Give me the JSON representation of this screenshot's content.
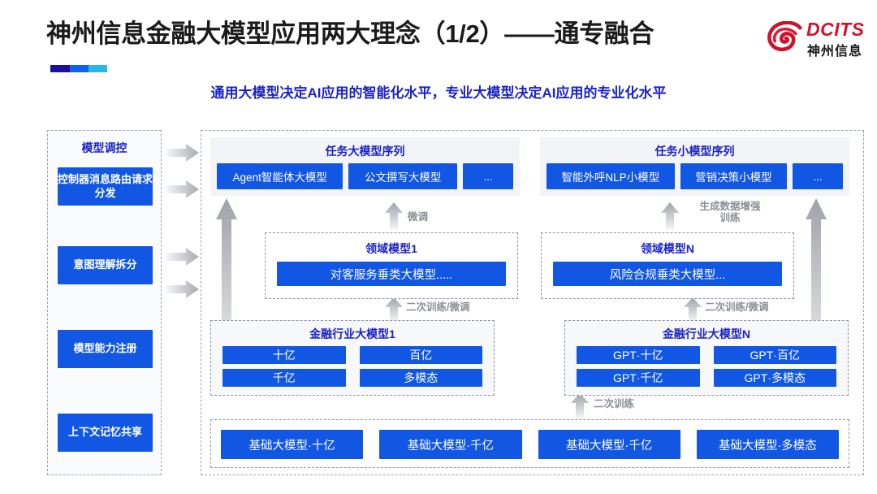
{
  "header": {
    "title": "神州信息金融大模型应用两大理念（1/2）——通专融合",
    "subtitle": "通用大模型决定AI应用的智能化水平，专业大模型决定AI应用的专业化水平",
    "logo": {
      "en": "DCITS",
      "cn": "神州信息",
      "mark": "dcits-swirl-logo"
    },
    "accent_colors": [
      "#1a0f9e",
      "#0b63f6",
      "#2bb6ef"
    ]
  },
  "colors": {
    "chip_blue": "#1257e3",
    "title_blue": "#1b23c8",
    "arrow_grey": "#b9bcc1",
    "dash_border": "#9aa4b5"
  },
  "sidebar": {
    "title": "模型调控",
    "items": [
      {
        "label": "控制器消息路由请求分发"
      },
      {
        "label": "意图理解拆分"
      },
      {
        "label": "模型能力注册"
      },
      {
        "label": "上下文记忆共享"
      }
    ],
    "arrows": [
      "right-arrow-1",
      "right-arrow-2",
      "right-arrow-3",
      "right-arrow-4"
    ]
  },
  "main": {
    "task_panels": [
      {
        "title": "任务大模型序列",
        "chips": [
          "Agent智能体大模型",
          "公文撰写大模型",
          "..."
        ]
      },
      {
        "title": "任务小模型序列",
        "chips": [
          "智能外呼NLP小模型",
          "营销决策小模型",
          "..."
        ]
      }
    ],
    "domain_bands": [
      {
        "title": "领域模型1",
        "bar": "对客服务垂类大模型....."
      },
      {
        "title": "领域模型N",
        "bar": "风险合规垂类大模型..."
      }
    ],
    "industry_bands": [
      {
        "title": "金融行业大模型1",
        "cells": [
          "十亿",
          "百亿",
          "千亿",
          "多模态"
        ]
      },
      {
        "title": "金融行业大模型N",
        "cells": [
          "GPT·十亿",
          "GPT·百亿",
          "GPT·千亿",
          "GPT·多模态"
        ]
      }
    ],
    "base_band": {
      "cells": [
        "基础大模型·十亿",
        "基础大模型·千亿",
        "基础大模型·千亿",
        "基础大模型·多模态"
      ]
    },
    "flow_labels": {
      "fine_tune_left": "微调",
      "gen_data_aug_right": "生成数据增强\n训练",
      "retrain_left": "二次训练/微调",
      "retrain_right": "二次训练/微调",
      "second_train_center": "二次训练"
    }
  }
}
